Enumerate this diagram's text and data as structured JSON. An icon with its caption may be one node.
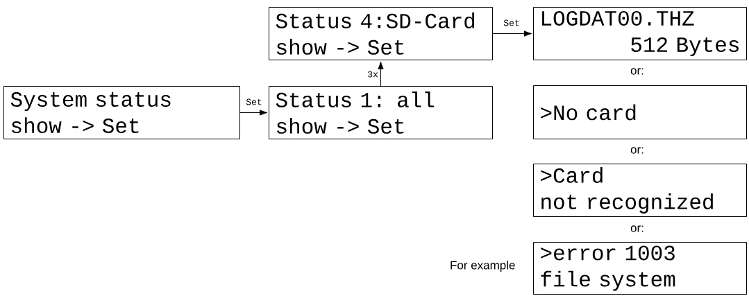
{
  "diagram": {
    "nodes": [
      {
        "text": [
          "System status",
          "show -> Set"
        ]
      },
      {
        "text": [
          "Status 1: all",
          "show -> Set"
        ]
      },
      {
        "text": [
          "Status 4:SD-Card",
          "show -> Set"
        ]
      },
      {
        "text": [
          "LOGDAT00.THZ",
          "512 Bytes"
        ]
      },
      {
        "text": [
          ">No card"
        ]
      },
      {
        "text": [
          ">Card",
          " not recognized"
        ]
      },
      {
        "text": [
          ">error 1003",
          " file system"
        ],
        "beside": [
          "For example"
        ]
      }
    ],
    "edges": [
      {
        "from": 0,
        "to": 1,
        "arrow": "to",
        "label": "Set"
      },
      {
        "from": 1,
        "to": 2,
        "arrow": "to",
        "label": "3x"
      },
      {
        "from": 2,
        "to": 3,
        "arrow": "to",
        "label": "Set"
      }
    ],
    "labels": [
      "or:",
      "or:",
      "or:"
    ]
  }
}
